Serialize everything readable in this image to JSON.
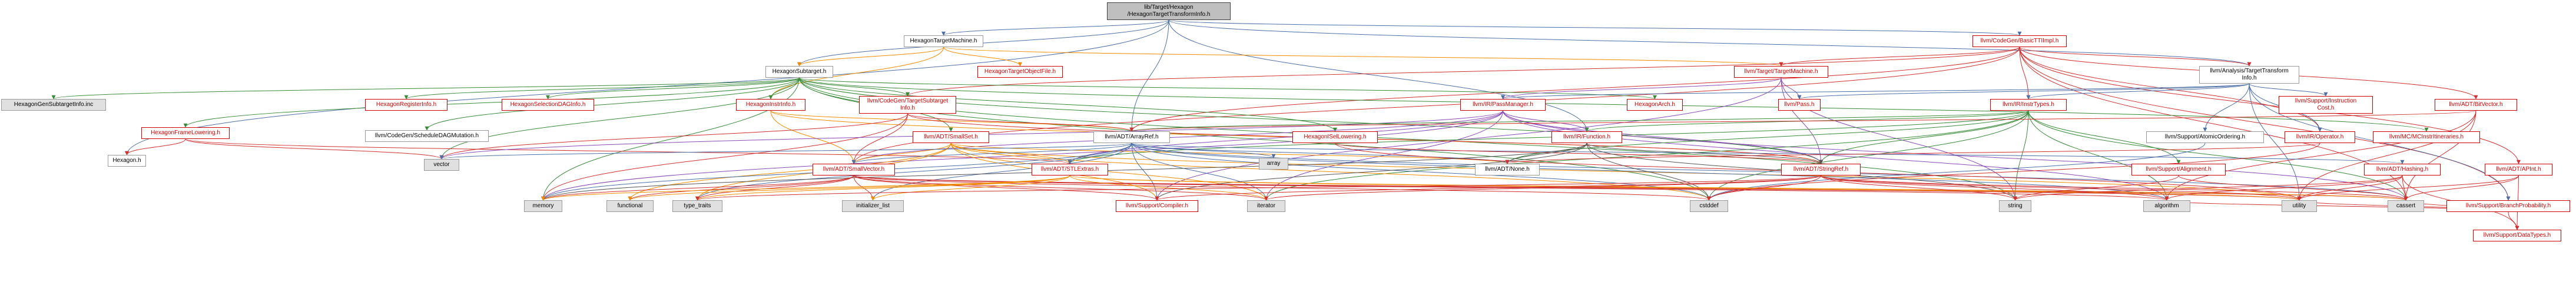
{
  "colors": {
    "edge_navy": "#4d6fa6",
    "edge_orange": "#f08c00",
    "edge_red": "#d03030",
    "edge_green": "#3a8a3a",
    "edge_purple": "#8a4ab5",
    "edge_dark": "#555555",
    "node_border": "#999999",
    "node_link_text": "#000000",
    "node_incomplete_text": "#d00000",
    "root_fill": "#bfbfbf",
    "system_fill": "#e0e0e0"
  },
  "nodes": [
    {
      "id": "root",
      "label": "lib/Target/Hexagon\n/HexagonTargetTransformInfo.h",
      "kind": "root"
    },
    {
      "id": "HexagonTargetMachine",
      "label": "HexagonTargetMachine.h",
      "kind": "file"
    },
    {
      "id": "CodeGenBasicTTIImpl",
      "label": "llvm/CodeGen/BasicTTIImpl.h",
      "kind": "red"
    },
    {
      "id": "HexagonSubtarget",
      "label": "HexagonSubtarget.h",
      "kind": "file"
    },
    {
      "id": "HexagonTargetObjectFile",
      "label": "HexagonTargetObjectFile.h",
      "kind": "red"
    },
    {
      "id": "TargetTargetMachine",
      "label": "llvm/Target/TargetMachine.h",
      "kind": "red"
    },
    {
      "id": "AnalysisTTI",
      "label": "llvm/Analysis/TargetTransform\nInfo.h",
      "kind": "file"
    },
    {
      "id": "HexagonGenSubtargetInfo",
      "label": "HexagonGenSubtargetInfo.inc",
      "kind": "gray"
    },
    {
      "id": "HexagonRegisterInfo",
      "label": "HexagonRegisterInfo.h",
      "kind": "red"
    },
    {
      "id": "HexagonSelectionDAGInfo",
      "label": "HexagonSelectionDAGInfo.h",
      "kind": "red"
    },
    {
      "id": "HexagonInstrInfo",
      "label": "HexagonInstrInfo.h",
      "kind": "red"
    },
    {
      "id": "CodeGenTargetSubtargetInfo",
      "label": "llvm/CodeGen/TargetSubtarget\nInfo.h",
      "kind": "red"
    },
    {
      "id": "HexagonFrameLowering",
      "label": "HexagonFrameLowering.h",
      "kind": "red"
    },
    {
      "id": "CodeGenScheduleDAGMutation",
      "label": "llvm/CodeGen/ScheduleDAGMutation.h",
      "kind": "file"
    },
    {
      "id": "HexagonH",
      "label": "Hexagon.h",
      "kind": "file"
    },
    {
      "id": "IRPassManager",
      "label": "llvm/IR/PassManager.h",
      "kind": "red"
    },
    {
      "id": "HexagonArch",
      "label": "HexagonArch.h",
      "kind": "red"
    },
    {
      "id": "IRPass",
      "label": "llvm/Pass.h",
      "kind": "red"
    },
    {
      "id": "IRInstrTypes",
      "label": "llvm/IR/InstrTypes.h",
      "kind": "red"
    },
    {
      "id": "SupportInstructionCost",
      "label": "llvm/Support/Instruction\nCost.h",
      "kind": "red"
    },
    {
      "id": "ADTBitVector",
      "label": "llvm/ADT/BitVector.h",
      "kind": "red"
    },
    {
      "id": "ADTSmallSet",
      "label": "llvm/ADT/SmallSet.h",
      "kind": "red"
    },
    {
      "id": "ADTArrayRef",
      "label": "llvm/ADT/ArrayRef.h",
      "kind": "file"
    },
    {
      "id": "HexagonISelLowering",
      "label": "HexagonISelLowering.h",
      "kind": "red"
    },
    {
      "id": "IRFunction",
      "label": "llvm/IR/Function.h",
      "kind": "red"
    },
    {
      "id": "SupportAtomicOrdering",
      "label": "llvm/Support/AtomicOrdering.h",
      "kind": "file"
    },
    {
      "id": "IROperator",
      "label": "llvm/IR/Operator.h",
      "kind": "red"
    },
    {
      "id": "MCInstrItineraries",
      "label": "llvm/MC/MCInstrItineraries.h",
      "kind": "red"
    },
    {
      "id": "ADTSmallVector",
      "label": "llvm/ADT/SmallVector.h",
      "kind": "red"
    },
    {
      "id": "ADTSTLExtras",
      "label": "llvm/ADT/STLExtras.h",
      "kind": "red"
    },
    {
      "id": "ADTNone",
      "label": "llvm/ADT/None.h",
      "kind": "file"
    },
    {
      "id": "ADTStringRef",
      "label": "llvm/ADT/StringRef.h",
      "kind": "red"
    },
    {
      "id": "SupportAlignment",
      "label": "llvm/Support/Alignment.h",
      "kind": "red"
    },
    {
      "id": "ADTHashing",
      "label": "llvm/ADT/Hashing.h",
      "kind": "red"
    },
    {
      "id": "ADTAPInt",
      "label": "llvm/ADT/APInt.h",
      "kind": "red"
    },
    {
      "id": "SupportBranchProbability",
      "label": "llvm/Support/BranchProbability.h",
      "kind": "red"
    },
    {
      "id": "SupportCompiler",
      "label": "llvm/Support/Compiler.h",
      "kind": "red"
    },
    {
      "id": "SupportDataTypes",
      "label": "llvm/Support/DataTypes.h",
      "kind": "red"
    },
    {
      "id": "vector",
      "label": "vector",
      "kind": "gray"
    },
    {
      "id": "array",
      "label": "array",
      "kind": "gray"
    },
    {
      "id": "memory",
      "label": "memory",
      "kind": "gray"
    },
    {
      "id": "functional",
      "label": "functional",
      "kind": "gray"
    },
    {
      "id": "type_traits",
      "label": "type_traits",
      "kind": "gray"
    },
    {
      "id": "initializer_list",
      "label": "initializer_list",
      "kind": "gray"
    },
    {
      "id": "iterator",
      "label": "iterator",
      "kind": "gray"
    },
    {
      "id": "cstddef",
      "label": "cstddef",
      "kind": "gray"
    },
    {
      "id": "string",
      "label": "string",
      "kind": "gray"
    },
    {
      "id": "algorithm",
      "label": "algorithm",
      "kind": "gray"
    },
    {
      "id": "utility",
      "label": "utility",
      "kind": "gray"
    },
    {
      "id": "cassert",
      "label": "cassert",
      "kind": "gray"
    }
  ],
  "edges": [
    [
      "root",
      "HexagonTargetMachine",
      "navy"
    ],
    [
      "root",
      "CodeGenBasicTTIImpl",
      "navy"
    ],
    [
      "root",
      "HexagonSubtarget",
      "navy"
    ],
    [
      "root",
      "AnalysisTTI",
      "navy"
    ],
    [
      "root",
      "IRFunction",
      "navy"
    ],
    [
      "root",
      "ADTArrayRef",
      "navy"
    ],
    [
      "root",
      "HexagonH",
      "navy"
    ],
    [
      "HexagonTargetMachine",
      "HexagonSubtarget",
      "orange"
    ],
    [
      "HexagonTargetMachine",
      "HexagonTargetObjectFile",
      "orange"
    ],
    [
      "HexagonTargetMachine",
      "TargetTargetMachine",
      "orange"
    ],
    [
      "HexagonTargetMachine",
      "HexagonInstrInfo",
      "orange"
    ],
    [
      "CodeGenBasicTTIImpl",
      "TargetTargetMachine",
      "red"
    ],
    [
      "CodeGenBasicTTIImpl",
      "AnalysisTTI",
      "red"
    ],
    [
      "CodeGenBasicTTIImpl",
      "ADTBitVector",
      "red"
    ],
    [
      "CodeGenBasicTTIImpl",
      "ADTAPInt",
      "red"
    ],
    [
      "CodeGenBasicTTIImpl",
      "IRInstrTypes",
      "red"
    ],
    [
      "CodeGenBasicTTIImpl",
      "IROperator",
      "red"
    ],
    [
      "CodeGenBasicTTIImpl",
      "ADTSmallVector",
      "red"
    ],
    [
      "CodeGenBasicTTIImpl",
      "SupportBranchProbability",
      "red"
    ],
    [
      "CodeGenBasicTTIImpl",
      "cassert",
      "red"
    ],
    [
      "CodeGenBasicTTIImpl",
      "ADTArrayRef",
      "red"
    ],
    [
      "CodeGenBasicTTIImpl",
      "CodeGenTargetSubtargetInfo",
      "red"
    ],
    [
      "HexagonSubtarget",
      "HexagonGenSubtargetInfo",
      "green"
    ],
    [
      "HexagonSubtarget",
      "HexagonRegisterInfo",
      "green"
    ],
    [
      "HexagonSubtarget",
      "HexagonSelectionDAGInfo",
      "green"
    ],
    [
      "HexagonSubtarget",
      "HexagonInstrInfo",
      "green"
    ],
    [
      "HexagonSubtarget",
      "CodeGenTargetSubtargetInfo",
      "green"
    ],
    [
      "HexagonSubtarget",
      "HexagonFrameLowering",
      "green"
    ],
    [
      "HexagonSubtarget",
      "CodeGenScheduleDAGMutation",
      "green"
    ],
    [
      "HexagonSubtarget",
      "HexagonArch",
      "green"
    ],
    [
      "HexagonSubtarget",
      "HexagonISelLowering",
      "green"
    ],
    [
      "HexagonSubtarget",
      "ADTSmallSet",
      "green"
    ],
    [
      "HexagonSubtarget",
      "ADTStringRef",
      "green"
    ],
    [
      "HexagonSubtarget",
      "MCInstrItineraries",
      "green"
    ],
    [
      "HexagonSubtarget",
      "vector",
      "green"
    ],
    [
      "HexagonSubtarget",
      "memory",
      "green"
    ],
    [
      "HexagonSubtarget",
      "string",
      "green"
    ],
    [
      "HexagonSubtarget",
      "cstddef",
      "green"
    ],
    [
      "TargetTargetMachine",
      "IRPassManager",
      "purple"
    ],
    [
      "TargetTargetMachine",
      "IRPass",
      "purple"
    ],
    [
      "TargetTargetMachine",
      "ADTStringRef",
      "purple"
    ],
    [
      "TargetTargetMachine",
      "string",
      "purple"
    ],
    [
      "TargetTargetMachine",
      "SupportCompiler",
      "purple"
    ],
    [
      "AnalysisTTI",
      "IRPassManager",
      "navy"
    ],
    [
      "AnalysisTTI",
      "IRPass",
      "navy"
    ],
    [
      "AnalysisTTI",
      "SupportInstructionCost",
      "navy"
    ],
    [
      "AnalysisTTI",
      "SupportAtomicOrdering",
      "navy"
    ],
    [
      "AnalysisTTI",
      "IRInstrTypes",
      "navy"
    ],
    [
      "AnalysisTTI",
      "SupportBranchProbability",
      "navy"
    ],
    [
      "AnalysisTTI",
      "utility",
      "navy"
    ],
    [
      "AnalysisTTI",
      "IROperator",
      "navy"
    ],
    [
      "HexagonFrameLowering",
      "HexagonH",
      "red"
    ],
    [
      "HexagonFrameLowering",
      "vector",
      "red"
    ],
    [
      "HexagonFrameLowering",
      "ADTSTLExtras",
      "red"
    ],
    [
      "HexagonInstrInfo",
      "ADTSmallVector",
      "orange"
    ],
    [
      "HexagonInstrInfo",
      "ADTArrayRef",
      "orange"
    ],
    [
      "HexagonInstrInfo",
      "ADTStringRef",
      "orange"
    ],
    [
      "HexagonInstrInfo",
      "cstdint",
      "orange"
    ],
    [
      "CodeGenTargetSubtargetInfo",
      "ADTArrayRef",
      "red"
    ],
    [
      "CodeGenTargetSubtargetInfo",
      "ADTSmallVector",
      "red"
    ],
    [
      "CodeGenTargetSubtargetInfo",
      "ADTStringRef",
      "red"
    ],
    [
      "CodeGenTargetSubtargetInfo",
      "vector",
      "red"
    ],
    [
      "CodeGenTargetSubtargetInfo",
      "memory",
      "red"
    ],
    [
      "IRPassManager",
      "ADTSmallVector",
      "purple"
    ],
    [
      "IRPassManager",
      "ADTSTLExtras",
      "purple"
    ],
    [
      "IRPassManager",
      "ADTStringRef",
      "purple"
    ],
    [
      "IRPassManager",
      "IRFunction",
      "purple"
    ],
    [
      "IRPassManager",
      "algorithm",
      "purple"
    ],
    [
      "IRPassManager",
      "iterator",
      "purple"
    ],
    [
      "IRPassManager",
      "cassert",
      "purple"
    ],
    [
      "IRPassManager",
      "vector",
      "purple"
    ],
    [
      "IRPassManager",
      "memory",
      "purple"
    ],
    [
      "IRInstrTypes",
      "ADTArrayRef",
      "green"
    ],
    [
      "IRInstrTypes",
      "ADTNone",
      "green"
    ],
    [
      "IRInstrTypes",
      "ADTSTLExtras",
      "green"
    ],
    [
      "IRInstrTypes",
      "ADTStringRef",
      "green"
    ],
    [
      "IRInstrTypes",
      "cstddef",
      "green"
    ],
    [
      "IRInstrTypes",
      "string",
      "green"
    ],
    [
      "IRInstrTypes",
      "iterator",
      "green"
    ],
    [
      "IRInstrTypes",
      "algorithm",
      "green"
    ],
    [
      "IRInstrTypes",
      "cassert",
      "green"
    ],
    [
      "IRInstrTypes",
      "IRFunction",
      "green"
    ],
    [
      "IRInstrTypes",
      "SupportAlignment",
      "green"
    ],
    [
      "ADTBitVector",
      "ADTArrayRef",
      "red"
    ],
    [
      "ADTBitVector",
      "utility",
      "red"
    ],
    [
      "ADTBitVector",
      "cassert",
      "red"
    ],
    [
      "ADTBitVector",
      "algorithm",
      "red"
    ],
    [
      "ADTSmallSet",
      "ADTSmallVector",
      "orange"
    ],
    [
      "ADTSmallSet",
      "ADTSTLExtras",
      "orange"
    ],
    [
      "ADTSmallSet",
      "ADTNone",
      "orange"
    ],
    [
      "ADTSmallSet",
      "utility",
      "orange"
    ],
    [
      "ADTSmallSet",
      "functional",
      "orange"
    ],
    [
      "ADTSmallSet",
      "type_traits",
      "orange"
    ],
    [
      "ADTSmallSet",
      "iterator",
      "orange"
    ],
    [
      "ADTSmallSet",
      "cstddef",
      "orange"
    ],
    [
      "ADTSmallSet",
      "SupportCompiler",
      "orange"
    ],
    [
      "ADTArrayRef",
      "ADTSmallVector",
      "navy"
    ],
    [
      "ADTArrayRef",
      "ADTSTLExtras",
      "navy"
    ],
    [
      "ADTArrayRef",
      "ADTNone",
      "navy"
    ],
    [
      "ADTArrayRef",
      "ADTHashing",
      "navy"
    ],
    [
      "ADTArrayRef",
      "array",
      "navy"
    ],
    [
      "ADTArrayRef",
      "vector",
      "navy"
    ],
    [
      "ADTArrayRef",
      "memory",
      "navy"
    ],
    [
      "ADTArrayRef",
      "cstddef",
      "navy"
    ],
    [
      "ADTArrayRef",
      "iterator",
      "navy"
    ],
    [
      "ADTArrayRef",
      "initializer_list",
      "navy"
    ],
    [
      "ADTArrayRef",
      "type_traits",
      "navy"
    ],
    [
      "ADTArrayRef",
      "algorithm",
      "navy"
    ],
    [
      "ADTArrayRef",
      "SupportCompiler",
      "navy"
    ],
    [
      "ADTArrayRef",
      "cassert",
      "navy"
    ],
    [
      "HexagonISelLowering",
      "ADTStringRef",
      "red"
    ],
    [
      "HexagonISelLowering",
      "utility",
      "red"
    ],
    [
      "HexagonISelLowering",
      "cstdint",
      "red"
    ],
    [
      "IRFunction",
      "ADTStringRef",
      "dark"
    ],
    [
      "IRFunction",
      "ADTNone",
      "dark"
    ],
    [
      "IRFunction",
      "memory",
      "dark"
    ],
    [
      "IRFunction",
      "string",
      "dark"
    ],
    [
      "IRFunction",
      "cstddef",
      "dark"
    ],
    [
      "IRFunction",
      "SupportCompiler",
      "dark"
    ],
    [
      "SupportAtomicOrdering",
      "cstddef",
      "navy"
    ],
    [
      "IROperator",
      "ADTNone",
      "red"
    ],
    [
      "IROperator",
      "cstddef",
      "red"
    ],
    [
      "ADTSmallVector",
      "SupportCompiler",
      "red"
    ],
    [
      "ADTSmallVector",
      "algorithm",
      "red"
    ],
    [
      "ADTSmallVector",
      "cassert",
      "red"
    ],
    [
      "ADTSmallVector",
      "cstddef",
      "red"
    ],
    [
      "ADTSmallVector",
      "functional",
      "red"
    ],
    [
      "ADTSmallVector",
      "initializer_list",
      "red"
    ],
    [
      "ADTSmallVector",
      "iterator",
      "red"
    ],
    [
      "ADTSmallVector",
      "memory",
      "red"
    ],
    [
      "ADTSmallVector",
      "type_traits",
      "red"
    ],
    [
      "ADTSmallVector",
      "utility",
      "red"
    ],
    [
      "ADTSTLExtras",
      "functional",
      "orange"
    ],
    [
      "ADTSTLExtras",
      "type_traits",
      "orange"
    ],
    [
      "ADTSTLExtras",
      "initializer_list",
      "orange"
    ],
    [
      "ADTSTLExtras",
      "iterator",
      "orange"
    ],
    [
      "ADTSTLExtras",
      "utility",
      "orange"
    ],
    [
      "ADTSTLExtras",
      "cassert",
      "orange"
    ],
    [
      "ADTSTLExtras",
      "memory",
      "orange"
    ],
    [
      "ADTStringRef",
      "SupportCompiler",
      "red"
    ],
    [
      "ADTStringRef",
      "algorithm",
      "red"
    ],
    [
      "ADTStringRef",
      "cassert",
      "red"
    ],
    [
      "ADTStringRef",
      "cstddef",
      "red"
    ],
    [
      "ADTStringRef",
      "string",
      "red"
    ],
    [
      "ADTStringRef",
      "type_traits",
      "red"
    ],
    [
      "ADTStringRef",
      "utility",
      "red"
    ],
    [
      "ADTStringRef",
      "iterator",
      "red"
    ],
    [
      "SupportAlignment",
      "cassert",
      "red"
    ],
    [
      "SupportAlignment",
      "string",
      "red"
    ],
    [
      "ADTHashing",
      "SupportDataTypes",
      "red"
    ],
    [
      "ADTHashing",
      "algorithm",
      "red"
    ],
    [
      "ADTHashing",
      "cassert",
      "red"
    ],
    [
      "ADTHashing",
      "string",
      "red"
    ],
    [
      "ADTHashing",
      "utility",
      "red"
    ],
    [
      "ADTAPInt",
      "SupportDataTypes",
      "red"
    ],
    [
      "ADTAPInt",
      "cassert",
      "red"
    ],
    [
      "ADTAPInt",
      "utility",
      "red"
    ],
    [
      "SupportBranchProbability",
      "SupportDataTypes",
      "red"
    ],
    [
      "SupportBranchProbability",
      "algorithm",
      "red"
    ],
    [
      "SupportBranchProbability",
      "cassert",
      "red"
    ],
    [
      "SupportBranchProbability",
      "utility",
      "red"
    ]
  ]
}
